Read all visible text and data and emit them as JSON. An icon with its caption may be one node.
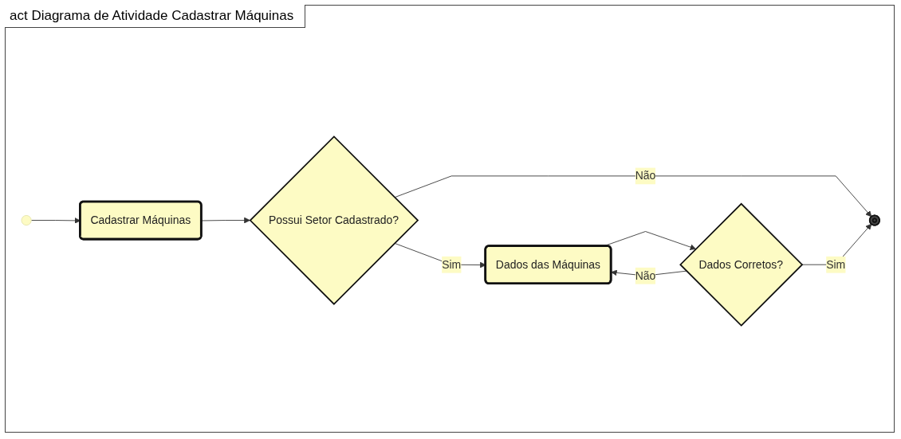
{
  "diagram": {
    "title": "act Diagrama de Atividade Cadastrar Máquinas",
    "nodes": [
      {
        "text": [],
        "shape": "circle"
      },
      {
        "text": [
          "Cadastrar Máquinas"
        ]
      },
      {
        "text": [
          "Possui Setor Cadastrado?"
        ]
      },
      {
        "text": [
          "Dados das Máquinas"
        ]
      },
      {
        "text": [],
        "shape": "circle"
      },
      {
        "text": [
          "Dados Corretos?"
        ]
      }
    ],
    "edges": [
      {
        "from": 0,
        "to": 1,
        "arrow": "to"
      },
      {
        "from": 1,
        "to": 2,
        "arrow": "to"
      },
      {
        "from": 2,
        "to": 3,
        "arrow": "to",
        "label": "Sim"
      },
      {
        "from": 2,
        "to": 4,
        "arrow": "to",
        "label": "Não"
      },
      {
        "from": 3,
        "to": 5,
        "arrow": "to"
      },
      {
        "from": 5,
        "to": 4,
        "arrow": "to",
        "label": "Sim"
      },
      {
        "from": 5,
        "to": 3,
        "arrow": "to",
        "label": "Não"
      }
    ]
  }
}
